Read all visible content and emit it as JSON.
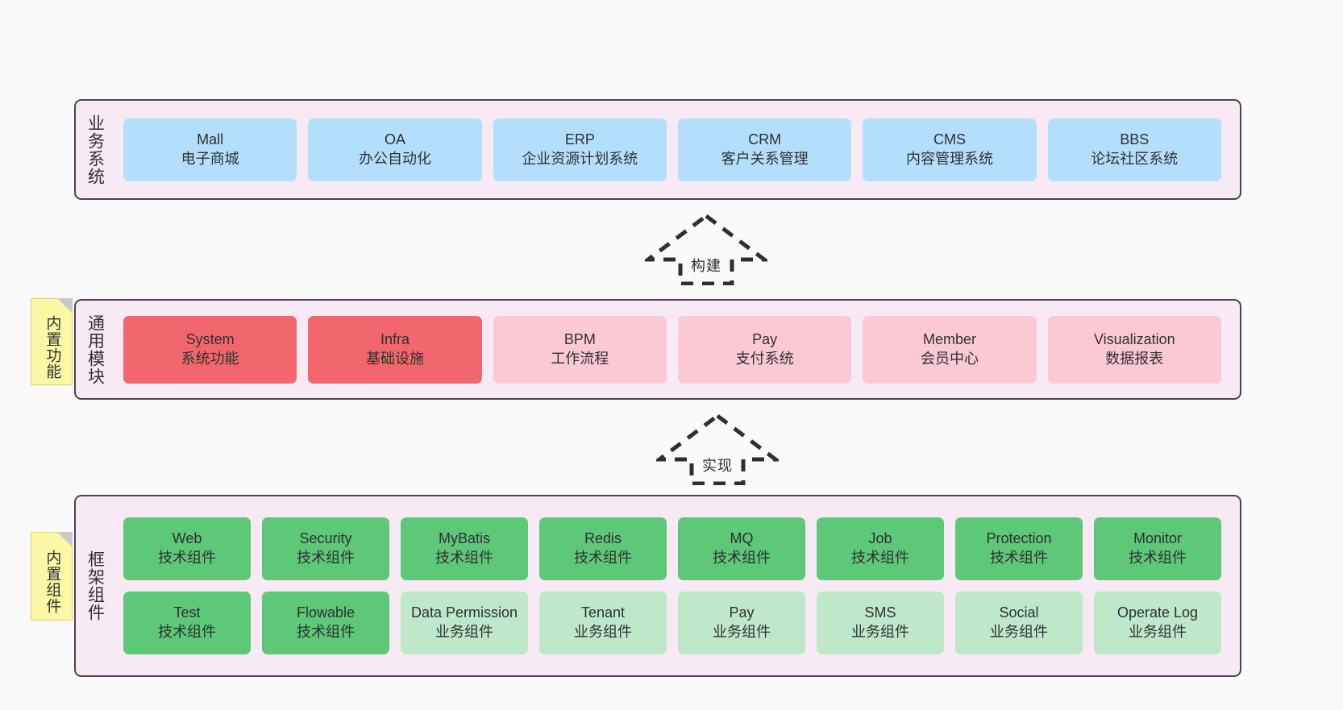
{
  "diagram": {
    "title_hidden": "",
    "colors": {
      "background": "#fafafa",
      "panel_fill": "#f8eaf4",
      "panel_border": "#4b4453",
      "business_card": "#b4dffc",
      "module_strong": "#f2676d",
      "module_soft": "#fbc9d4",
      "tech_component": "#5cc878",
      "business_component": "#bfe8c9",
      "note_fill": "#fcf8a5",
      "note_fold": "#c9c9c9",
      "text": "#2f2f33"
    }
  },
  "layers": {
    "business": {
      "title": "业务系统",
      "cards": [
        {
          "name": "Mall",
          "desc": "电子商城"
        },
        {
          "name": "OA",
          "desc": "办公自动化"
        },
        {
          "name": "ERP",
          "desc": "企业资源计划系统"
        },
        {
          "name": "CRM",
          "desc": "客户关系管理"
        },
        {
          "name": "CMS",
          "desc": "内容管理系统"
        },
        {
          "name": "BBS",
          "desc": "论坛社区系统"
        }
      ]
    },
    "common": {
      "title": "通用模块",
      "note": "内置功能",
      "cards": [
        {
          "name": "System",
          "desc": "系统功能",
          "style": "strong"
        },
        {
          "name": "Infra",
          "desc": "基础设施",
          "style": "strong"
        },
        {
          "name": "BPM",
          "desc": "工作流程",
          "style": "soft"
        },
        {
          "name": "Pay",
          "desc": "支付系统",
          "style": "soft"
        },
        {
          "name": "Member",
          "desc": "会员中心",
          "style": "soft"
        },
        {
          "name": "Visualization",
          "desc": "数据报表",
          "style": "soft"
        }
      ]
    },
    "framework": {
      "title": "框架组件",
      "note": "内置组件",
      "row1": [
        {
          "name": "Web",
          "desc": "技术组件"
        },
        {
          "name": "Security",
          "desc": "技术组件"
        },
        {
          "name": "MyBatis",
          "desc": "技术组件"
        },
        {
          "name": "Redis",
          "desc": "技术组件"
        },
        {
          "name": "MQ",
          "desc": "技术组件"
        },
        {
          "name": "Job",
          "desc": "技术组件"
        },
        {
          "name": "Protection",
          "desc": "技术组件"
        },
        {
          "name": "Monitor",
          "desc": "技术组件"
        }
      ],
      "row2": [
        {
          "name": "Test",
          "desc": "技术组件",
          "style": "tech"
        },
        {
          "name": "Flowable",
          "desc": "技术组件",
          "style": "tech"
        },
        {
          "name": "Data Permission",
          "desc": "业务组件",
          "style": "biz"
        },
        {
          "name": "Tenant",
          "desc": "业务组件",
          "style": "biz"
        },
        {
          "name": "Pay",
          "desc": "业务组件",
          "style": "biz"
        },
        {
          "name": "SMS",
          "desc": "业务组件",
          "style": "biz"
        },
        {
          "name": "Social",
          "desc": "业务组件",
          "style": "biz"
        },
        {
          "name": "Operate Log",
          "desc": "业务组件",
          "style": "biz"
        }
      ]
    }
  },
  "arrows": [
    {
      "label": "构建",
      "direction": "up"
    },
    {
      "label": "实现",
      "direction": "up"
    }
  ]
}
